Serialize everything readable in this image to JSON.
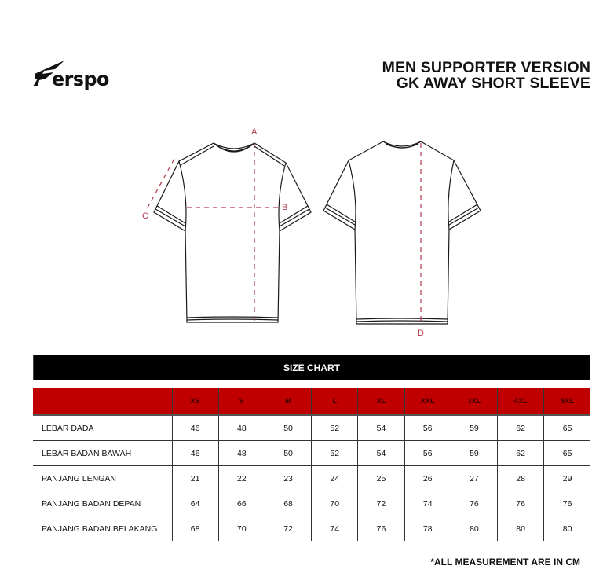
{
  "brand": {
    "logo_text": "erspo",
    "logo_icon": "erspo-e-wing-icon"
  },
  "title": {
    "line1": "MEN SUPPORTER VERSION",
    "line2": "GK AWAY SHORT SLEEVE"
  },
  "diagram": {
    "front_view": "tshirt-front-icon",
    "back_view": "tshirt-back-icon",
    "measurement_color": "#b0394a",
    "labels": {
      "A": "A",
      "B": "B",
      "C": "C",
      "D": "D"
    }
  },
  "size_chart": {
    "heading": "SIZE CHART",
    "header_color": "#c00000",
    "sizes": [
      "XS",
      "S",
      "M",
      "L",
      "XL",
      "XXL",
      "3XL",
      "4XL",
      "5XL"
    ],
    "rows": [
      {
        "label": "LEBAR DADA",
        "values": [
          "46",
          "48",
          "50",
          "52",
          "54",
          "56",
          "59",
          "62",
          "65"
        ]
      },
      {
        "label": "LEBAR BADAN BAWAH",
        "values": [
          "46",
          "48",
          "50",
          "52",
          "54",
          "56",
          "59",
          "62",
          "65"
        ]
      },
      {
        "label": "PANJANG LENGAN",
        "values": [
          "21",
          "22",
          "23",
          "24",
          "25",
          "26",
          "27",
          "28",
          "29"
        ]
      },
      {
        "label": "PANJANG BADAN DEPAN",
        "values": [
          "64",
          "66",
          "68",
          "70",
          "72",
          "74",
          "76",
          "76",
          "76"
        ]
      },
      {
        "label": "PANJANG BADAN BELAKANG",
        "values": [
          "68",
          "70",
          "72",
          "74",
          "76",
          "78",
          "80",
          "80",
          "80"
        ]
      }
    ]
  },
  "footnote": "*ALL MEASUREMENT ARE IN CM"
}
